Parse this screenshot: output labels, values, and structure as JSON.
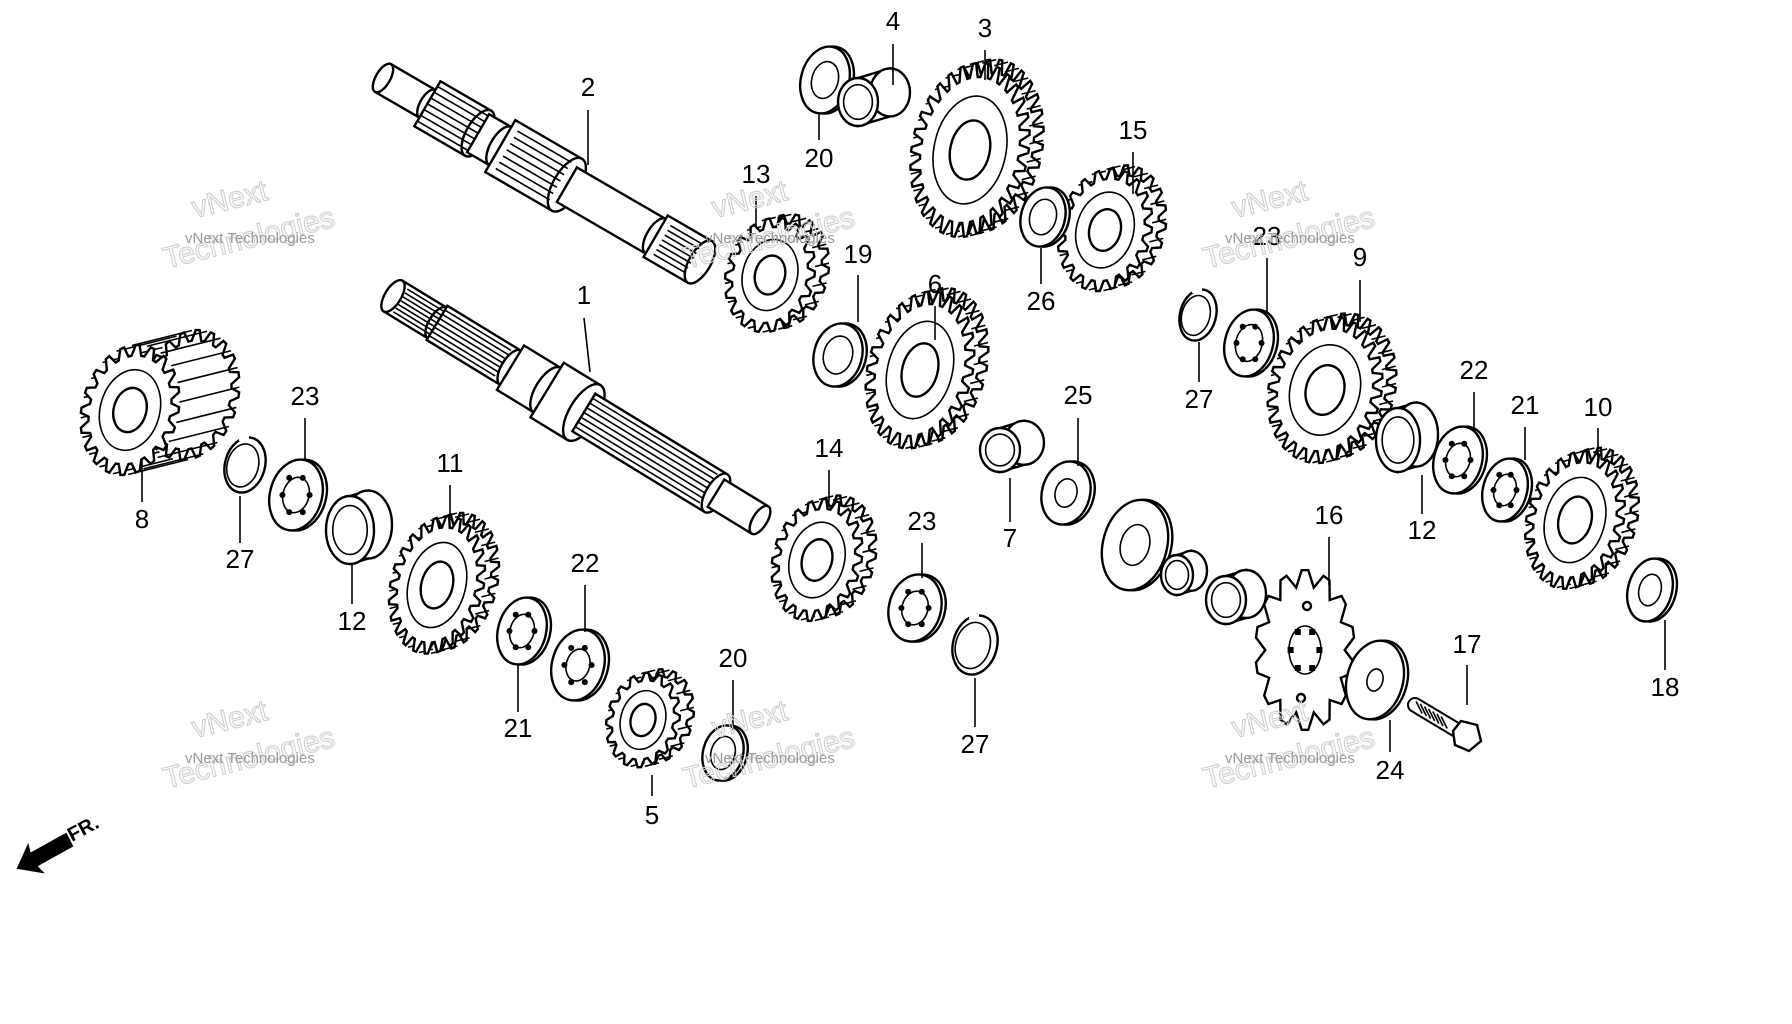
{
  "diagram": {
    "watermark_text": "vNext Technologies",
    "watermark_word_1": "vNext",
    "watermark_word_2": "Technologies",
    "front_indicator_label": "FR.",
    "callouts": [
      {
        "key": "c1",
        "label": "1"
      },
      {
        "key": "c2",
        "label": "2"
      },
      {
        "key": "c3",
        "label": "3"
      },
      {
        "key": "c4",
        "label": "4"
      },
      {
        "key": "c5",
        "label": "5"
      },
      {
        "key": "c6",
        "label": "6"
      },
      {
        "key": "c7",
        "label": "7"
      },
      {
        "key": "c8",
        "label": "8"
      },
      {
        "key": "c9",
        "label": "9"
      },
      {
        "key": "c10",
        "label": "10"
      },
      {
        "key": "c11",
        "label": "11"
      },
      {
        "key": "c12a",
        "label": "12"
      },
      {
        "key": "c12b",
        "label": "12"
      },
      {
        "key": "c13",
        "label": "13"
      },
      {
        "key": "c14",
        "label": "14"
      },
      {
        "key": "c15",
        "label": "15"
      },
      {
        "key": "c16",
        "label": "16"
      },
      {
        "key": "c17",
        "label": "17"
      },
      {
        "key": "c18",
        "label": "18"
      },
      {
        "key": "c19",
        "label": "19"
      },
      {
        "key": "c20a",
        "label": "20"
      },
      {
        "key": "c20b",
        "label": "20"
      },
      {
        "key": "c21a",
        "label": "21"
      },
      {
        "key": "c21b",
        "label": "21"
      },
      {
        "key": "c22a",
        "label": "22"
      },
      {
        "key": "c22b",
        "label": "22"
      },
      {
        "key": "c23a",
        "label": "23"
      },
      {
        "key": "c23b",
        "label": "23"
      },
      {
        "key": "c23c",
        "label": "23"
      },
      {
        "key": "c24",
        "label": "24"
      },
      {
        "key": "c25",
        "label": "25"
      },
      {
        "key": "c26",
        "label": "26"
      },
      {
        "key": "c27a",
        "label": "27"
      },
      {
        "key": "c27b",
        "label": "27"
      },
      {
        "key": "c27c",
        "label": "27"
      }
    ]
  }
}
